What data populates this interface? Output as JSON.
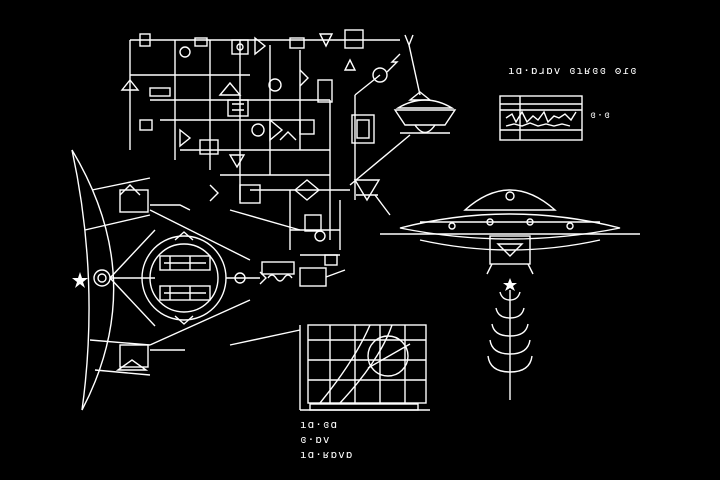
{
  "glyph_captions": {
    "top_right": "ıɑ·ɒɹɒv ɞɿʁɞɞ ʘɾɞ",
    "beside_waveform": "ɞ·ɞ",
    "bottom_line1": "ıɑ·ɞɑ",
    "bottom_line2": "ɞ·ɒv",
    "bottom_line3": "ıɑ·ʁɒvɒ"
  },
  "colors": {
    "background": "#000000",
    "ink": "#ffffff"
  },
  "icons": [
    "star-icon",
    "saucer-icon",
    "antenna-icon",
    "waveform-panel",
    "graph-panel"
  ]
}
